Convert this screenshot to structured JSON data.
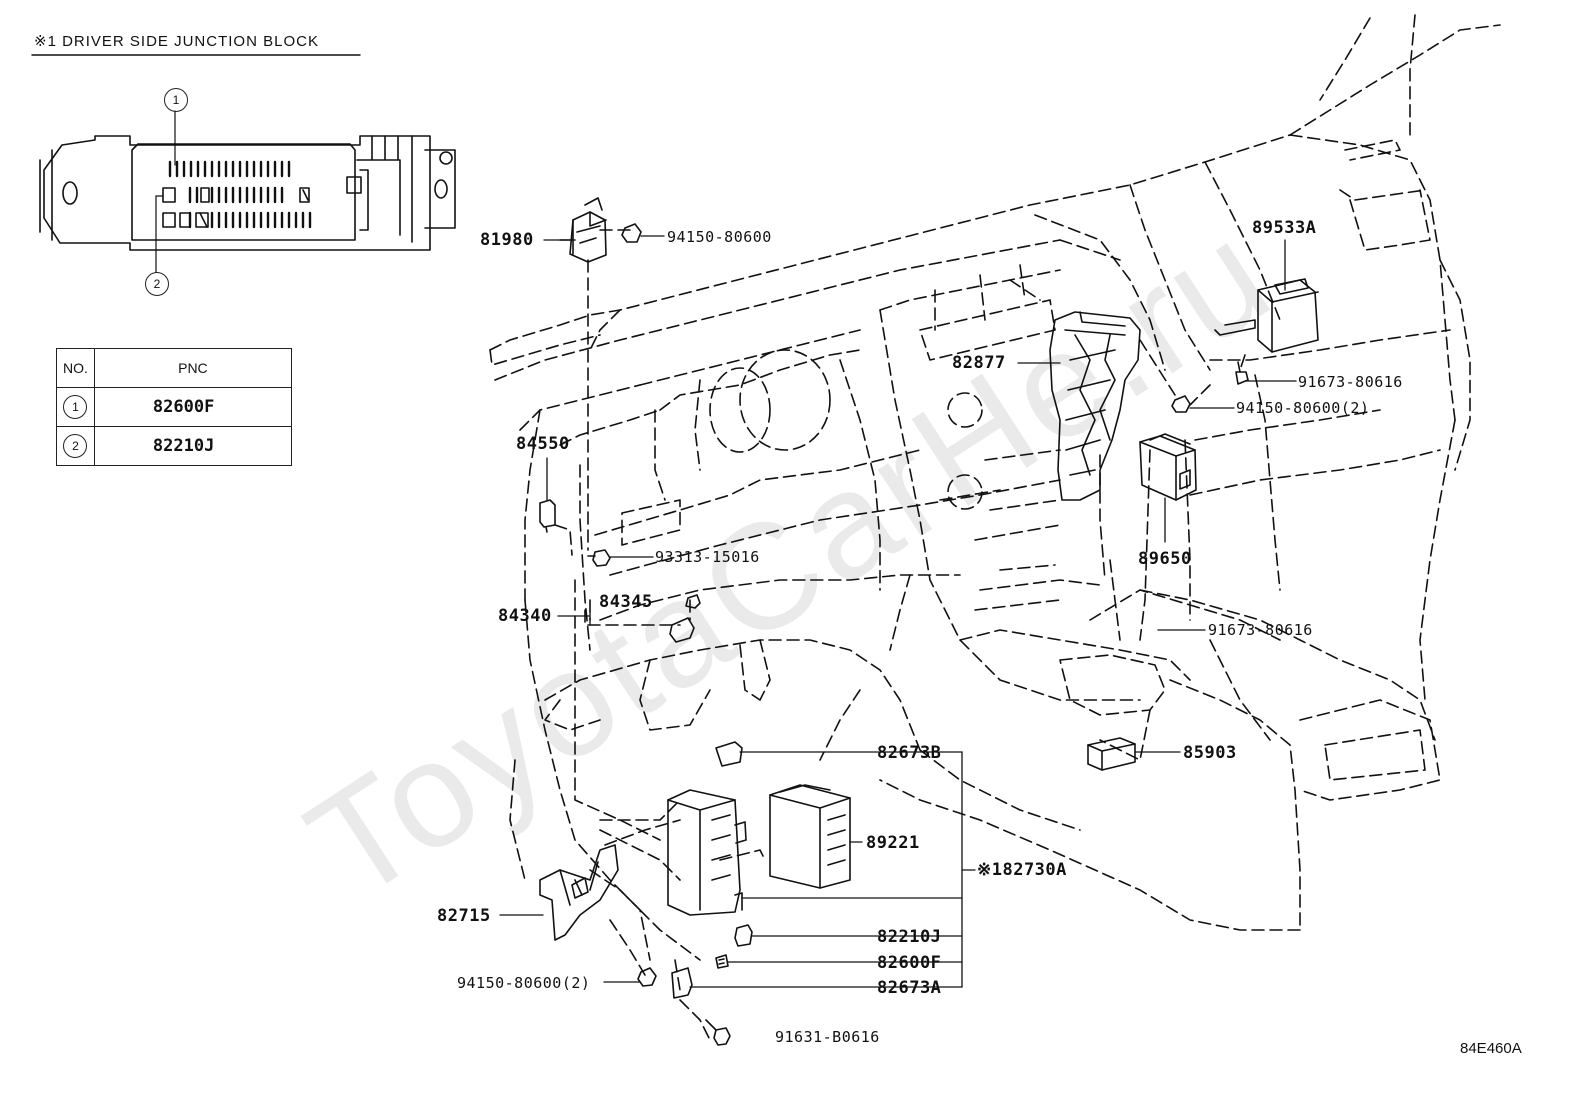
{
  "inset": {
    "title": "※1  DRIVER SIDE JUNCTION BLOCK",
    "markers": [
      "1",
      "2"
    ]
  },
  "pnc_table": {
    "headers": [
      "NO.",
      "PNC"
    ],
    "rows": [
      {
        "no": "1",
        "pnc": "82600F"
      },
      {
        "no": "2",
        "pnc": "82210J"
      }
    ]
  },
  "callouts": {
    "p81980": "81980",
    "p94150_top": "94150-80600",
    "p89533A": "89533A",
    "p82877": "82877",
    "p91673_a": "91673-80616",
    "p94150_2": "94150-80600(2)",
    "p84550": "84550",
    "p89650": "89650",
    "p93313": "93313-15016",
    "p84345": "84345",
    "p84340": "84340",
    "p91673_b": "91673-80616",
    "p85903": "85903",
    "p82673B": "82673B",
    "p89221": "89221",
    "p82730A": "※182730A",
    "p82715": "82715",
    "p82210J": "82210J",
    "p82600F": "82600F",
    "p94150_bottom": "94150-80600(2)",
    "p82673A": "82673A",
    "p91631": "91631-B0616"
  },
  "diagram_code": "84E460A",
  "watermark": "ToyotaCarHe.ru",
  "colors": {
    "line": "#111111",
    "watermark": "#d9d9d9",
    "background": "#ffffff"
  }
}
